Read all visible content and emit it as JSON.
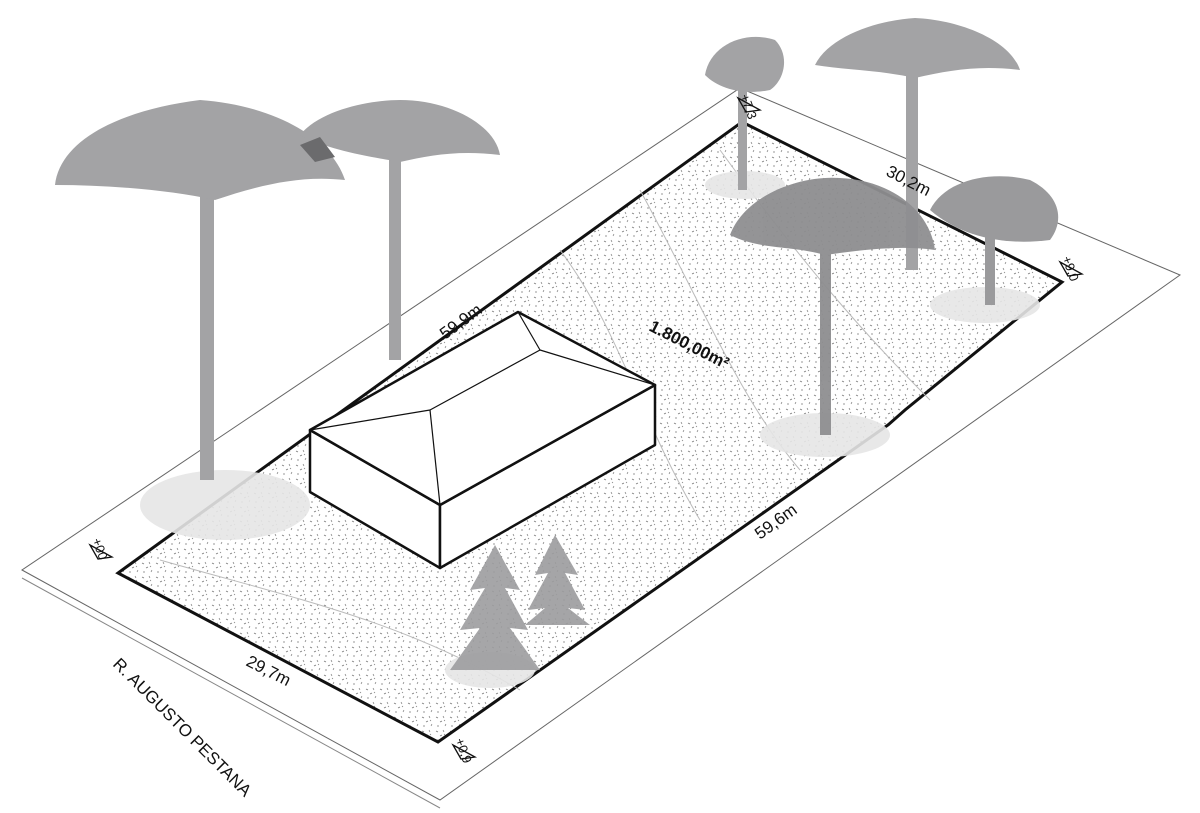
{
  "diagram": {
    "street_name": "R. AUGUSTO PESTANA",
    "area": "1.800,00m²",
    "dimensions": {
      "front": "29,7m",
      "left_side": "59,9m",
      "right_side": "59,6m",
      "back": "30,2m"
    },
    "levels": {
      "front_left": "+00",
      "front_right": "+0,9",
      "back_left": "+7,3",
      "back_right": "+9,0"
    },
    "colors": {
      "tree": "#a3a3a5",
      "tree_dark": "#8e8e90",
      "shadow": "#e6e6e6",
      "line": "#111111"
    }
  }
}
